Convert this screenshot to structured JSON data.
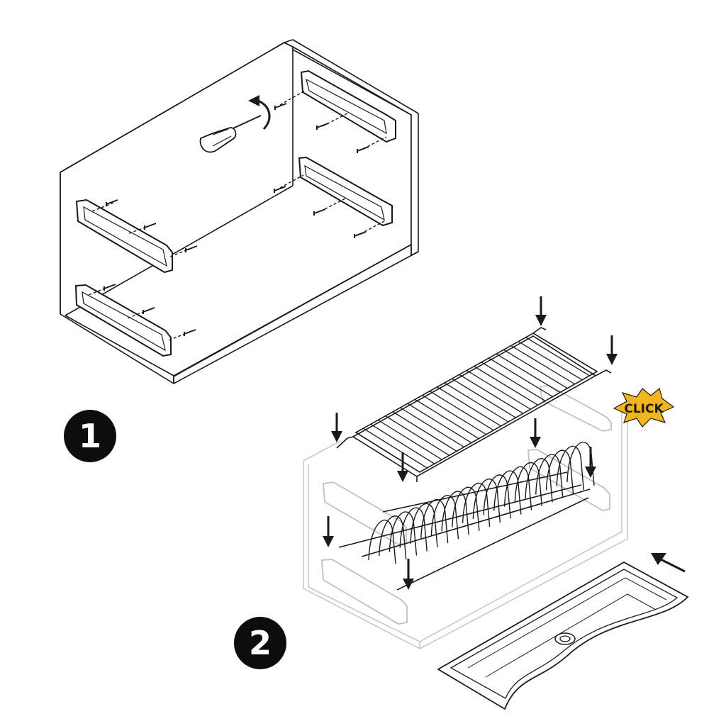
{
  "steps": [
    {
      "number": "1"
    },
    {
      "number": "2"
    }
  ],
  "callout": {
    "text": "CLICK",
    "color": "#f2b51d"
  },
  "colors": {
    "line": "#1a1a1a",
    "ghost": "#c9c9c9",
    "badge": "#0d0d0d"
  },
  "icons": [
    "screwdriver-icon",
    "rotate-arrow-icon",
    "screw-icon",
    "down-arrow-icon",
    "insert-arrow-icon"
  ]
}
